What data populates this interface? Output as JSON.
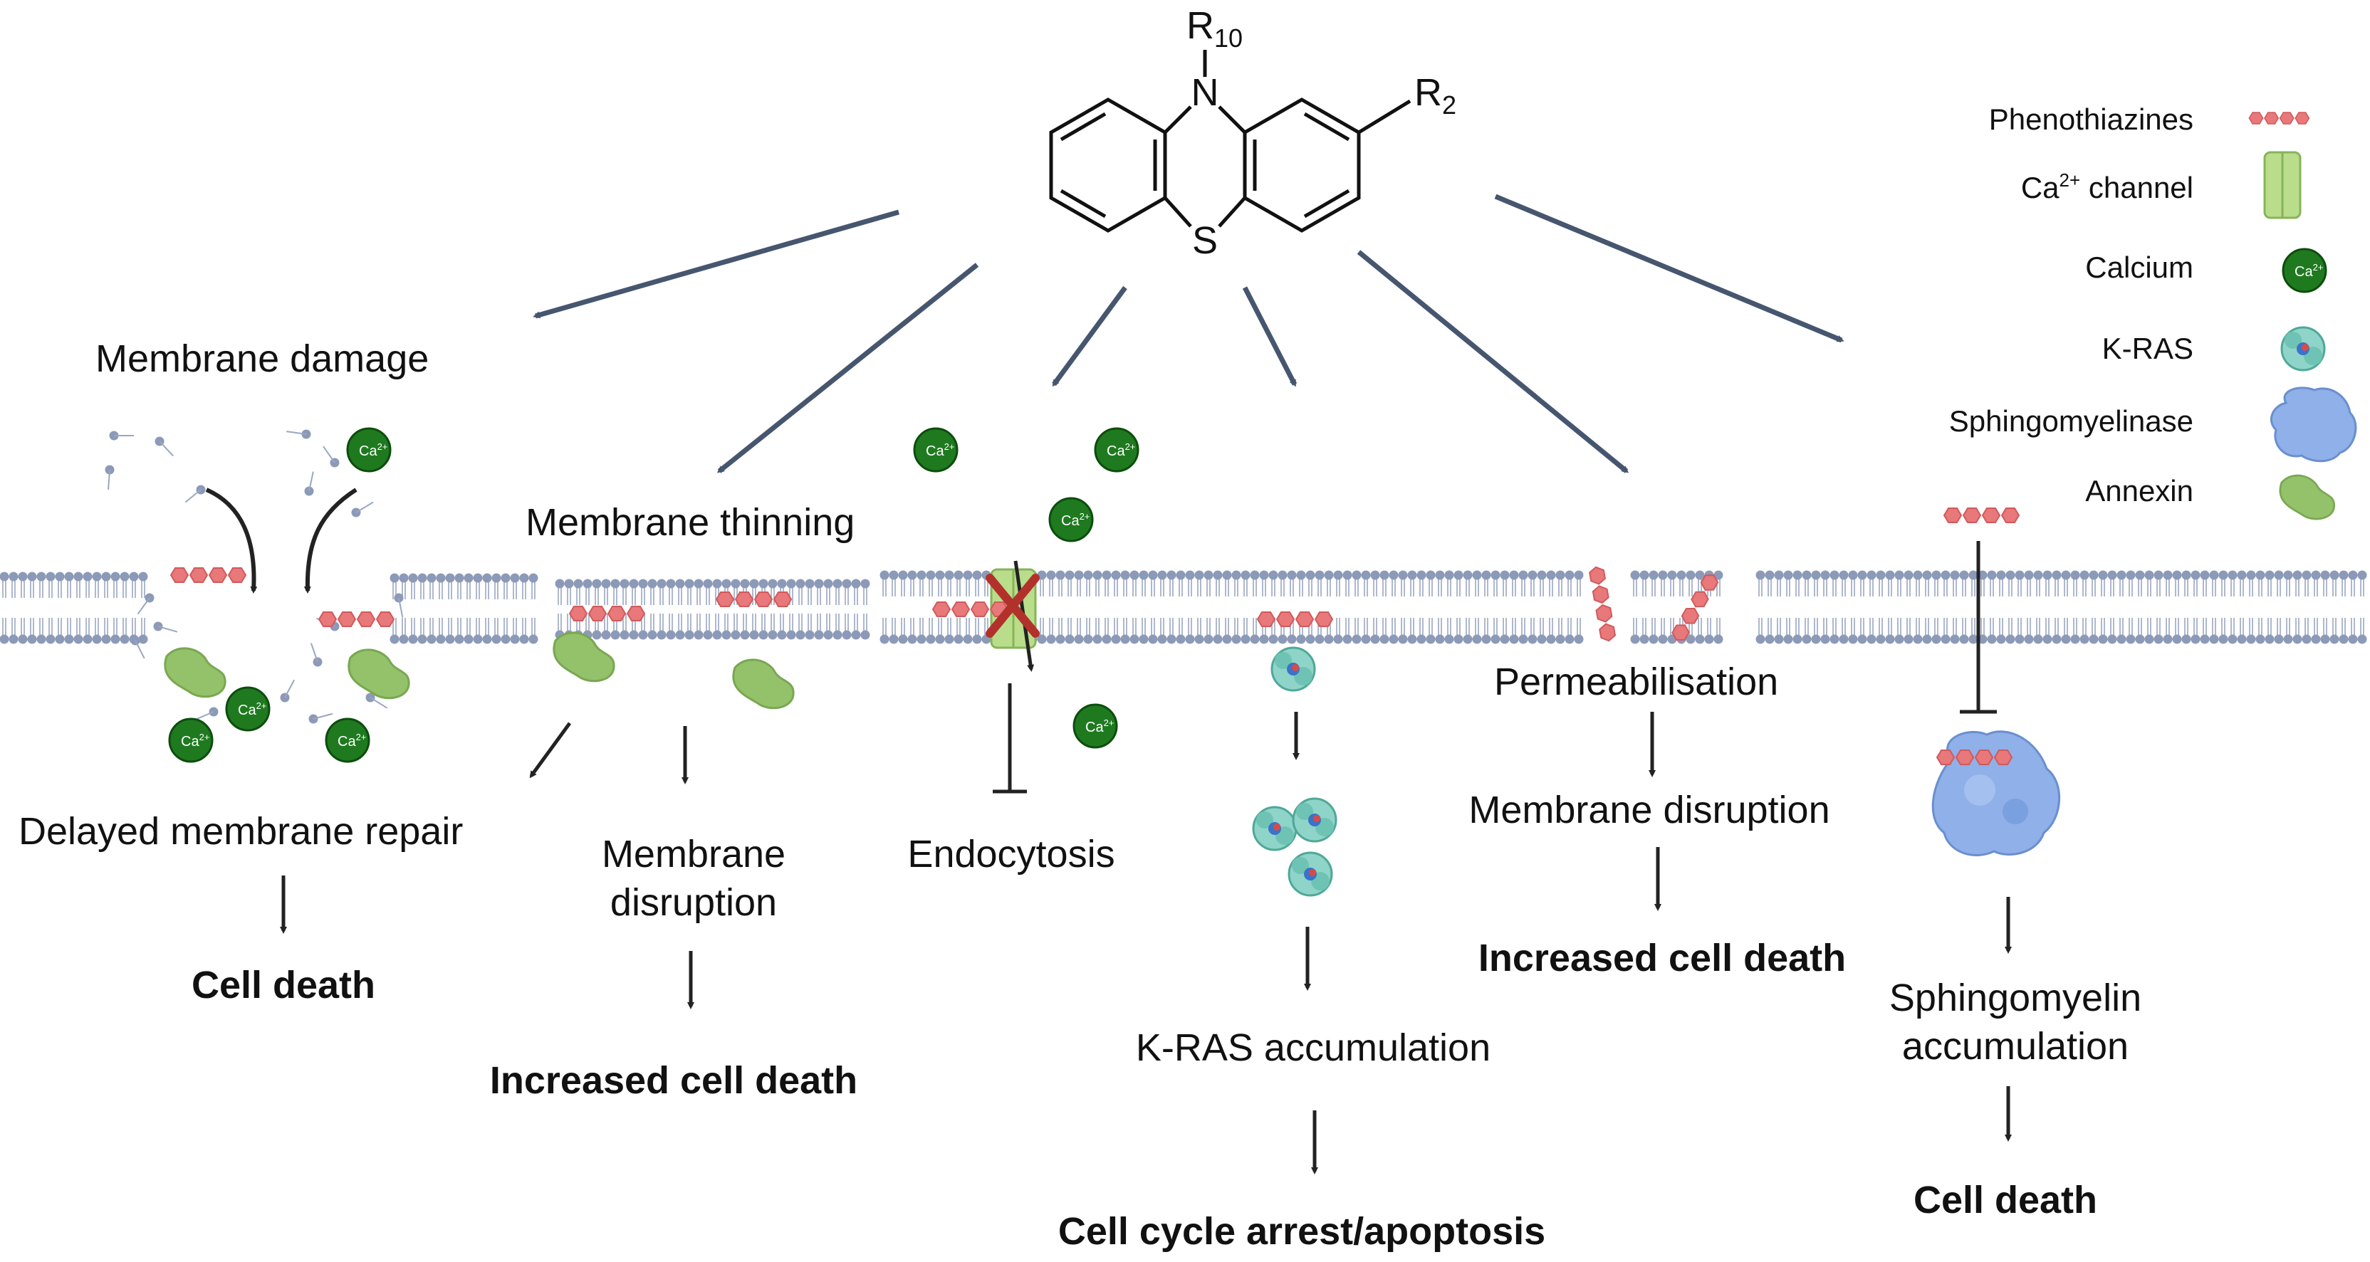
{
  "structure": {
    "atoms": {
      "n": "N",
      "s": "S"
    },
    "substituents": [
      {
        "base": "R",
        "sub": "10"
      },
      {
        "base": "R",
        "sub": "2"
      }
    ]
  },
  "legend": {
    "phenothiazines": "Phenothiazines",
    "ca_channel_base": "Ca",
    "ca_channel_sup": "2+",
    "ca_channel_rest": " channel",
    "calcium": "Calcium",
    "kras": "K-RAS",
    "sphingomyelinase": "Sphingomyelinase",
    "annexin": "Annexin"
  },
  "calcium_badge": {
    "base": "Ca",
    "sup": "2+"
  },
  "colors": {
    "membrane_bead": "#8c9ab8",
    "membrane_tail": "#9aa7c2",
    "phenothiazine": "#e8787a",
    "calcium": "#1f7a1f",
    "annexin": "#94c26a",
    "channel": "#b9dd8a",
    "kras": "#6fc3b4",
    "sphingomyelinase": "#8fb0e8",
    "arrow_main": "#46566f",
    "blocked_x": "#b2312b"
  },
  "pathways": {
    "p1": {
      "title": "Membrane damage",
      "step1": "Delayed membrane repair",
      "outcome": "Cell death"
    },
    "p2": {
      "title": "Membrane thinning",
      "step1_line1": "Membrane",
      "step1_line2": "disruption",
      "outcome": "Increased cell death"
    },
    "p3": {
      "outcome": "Endocytosis"
    },
    "p4": {
      "step1": "K-RAS accumulation",
      "outcome": "Cell cycle arrest/apoptosis"
    },
    "p5": {
      "title": "Permeabilisation",
      "step1": "Membrane disruption",
      "outcome": "Increased cell death"
    },
    "p6": {
      "step1_line1": "Sphingomyelin",
      "step1_line2": "accumulation",
      "outcome": "Cell death"
    }
  }
}
